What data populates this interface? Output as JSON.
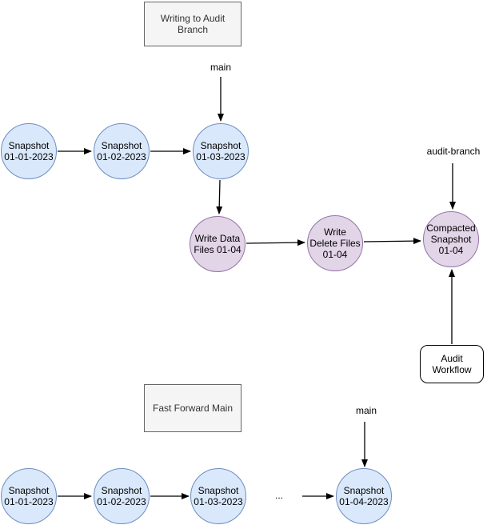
{
  "colors": {
    "snapshot_fill": "#dae8fc",
    "snapshot_stroke": "#6c8ebf",
    "audit_fill": "#e1d5e7",
    "audit_stroke": "#9673a6",
    "title_box_fill": "#f5f5f5",
    "title_box_stroke": "#666666",
    "workflow_box_fill": "#ffffff",
    "arrow": "#000000"
  },
  "top_section": {
    "title": "Writing to Audit\nBranch",
    "main_label": "main",
    "audit_branch_label": "audit-branch",
    "snapshots": [
      {
        "label": "Snapshot\n01-01-2023"
      },
      {
        "label": "Snapshot\n01-02-2023"
      },
      {
        "label": "Snapshot\n01-03-2023"
      }
    ],
    "audit_nodes": [
      {
        "label": "Write Data\nFiles 01-04"
      },
      {
        "label": "Write\nDelete Files\n01-04"
      },
      {
        "label": "Compacted\nSnapshot\n01-04"
      }
    ],
    "workflow_label": "Audit\nWorkflow"
  },
  "bottom_section": {
    "title": "Fast Forward Main",
    "main_label": "main",
    "ellipsis": "...",
    "snapshots": [
      {
        "label": "Snapshot\n01-01-2023"
      },
      {
        "label": "Snapshot\n01-02-2023"
      },
      {
        "label": "Snapshot\n01-03-2023"
      },
      {
        "label": "Snapshot\n01-04-2023"
      }
    ]
  }
}
